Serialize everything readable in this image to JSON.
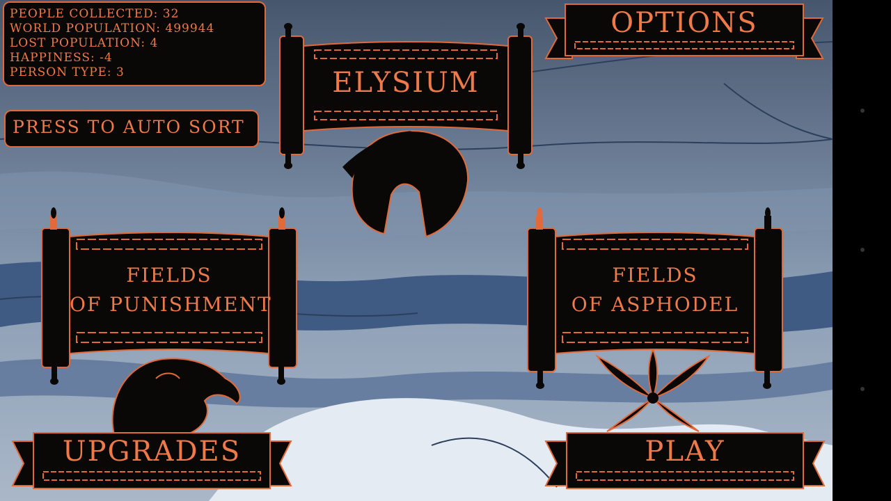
{
  "stats": {
    "people_collected": "People Collected: 32",
    "world_population": "World Population: 499944",
    "lost_population": "Lost Population: 4",
    "happiness": "Happiness: -4",
    "person_type": "Person Type: 3"
  },
  "autosort": {
    "label": "Press to Auto Sort"
  },
  "options": {
    "label": "Options"
  },
  "elysium": {
    "label": "Elysium"
  },
  "punishment": {
    "line1": "Fields",
    "line2": "of Punishment"
  },
  "asphodel": {
    "line1": "Fields",
    "line2": "of Asphodel"
  },
  "upgrades": {
    "label": "Upgrades"
  },
  "play": {
    "label": "Play"
  },
  "colors": {
    "accent": "#e06a3a",
    "text": "#ee7a4a",
    "scroll_fill": "#0a0806",
    "sky": "#6f8199"
  },
  "icons": [
    "helmet-icon",
    "vulture-icon",
    "asphodel-flower-icon",
    "candle-icon"
  ]
}
